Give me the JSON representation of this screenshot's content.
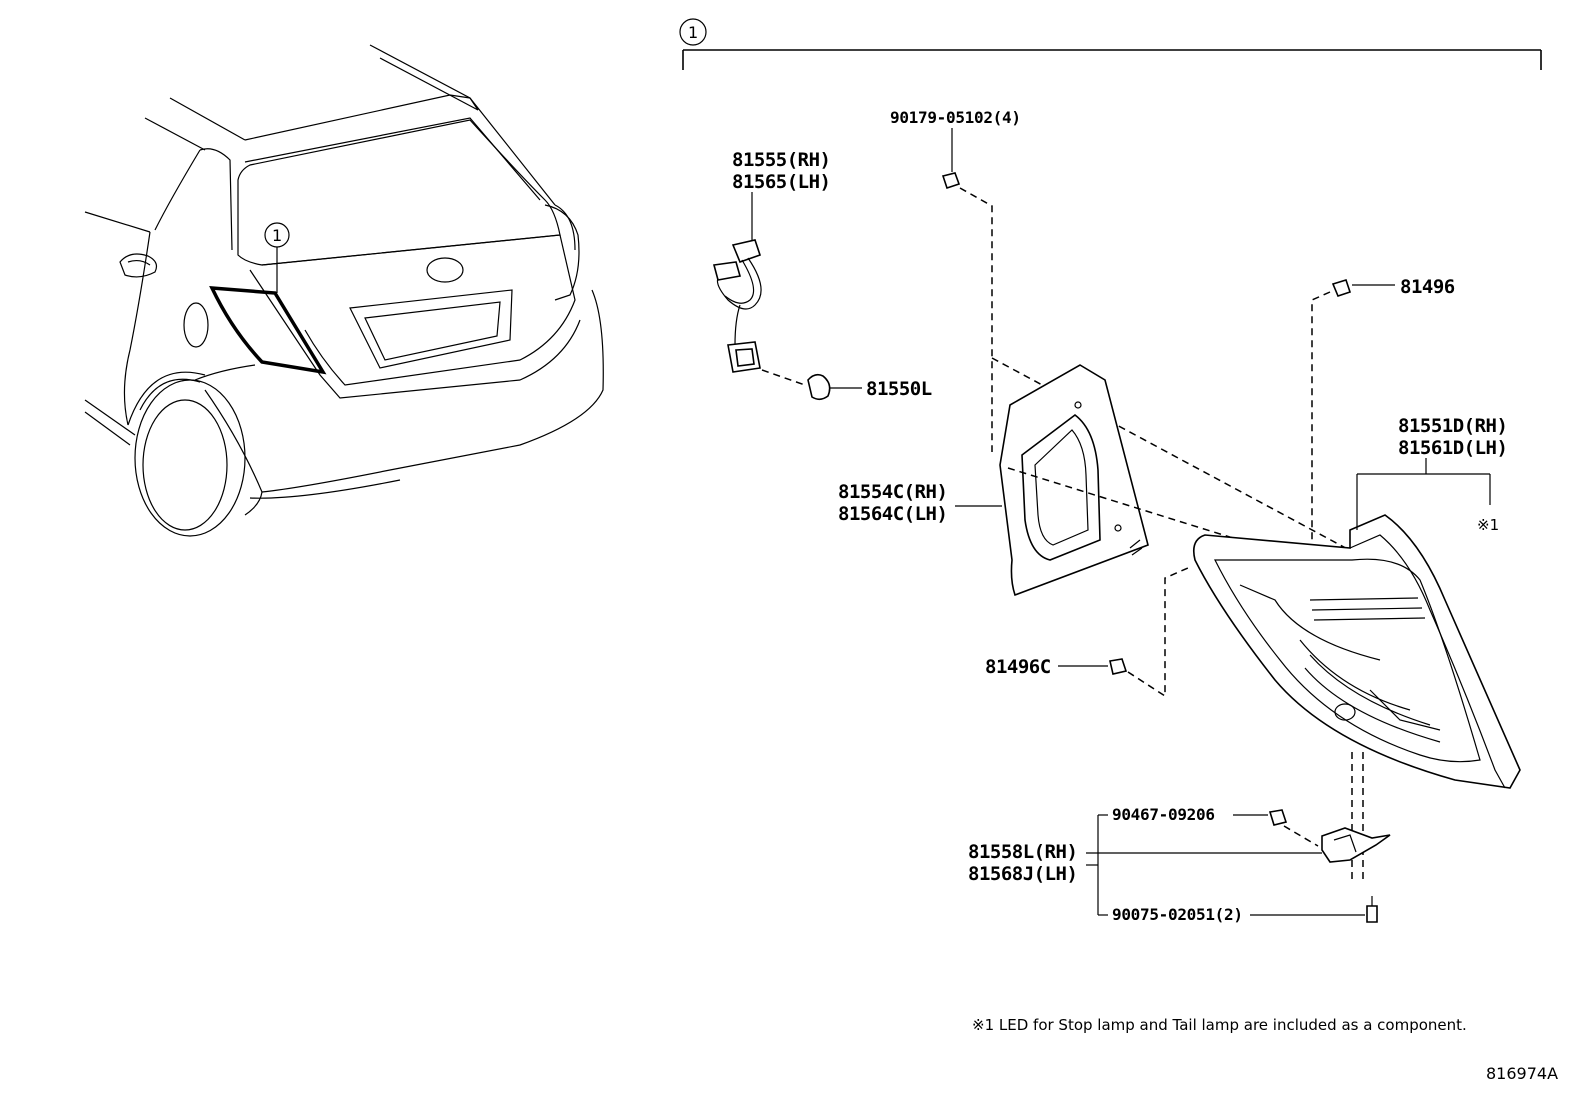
{
  "callout": {
    "symbol": "1"
  },
  "parts": {
    "p90179": "90179-05102(4)",
    "p81555": "81555(RH)",
    "p81565": "81565(LH)",
    "p81496": "81496",
    "p81550L": "81550L",
    "p81551D": "81551D(RH)",
    "p81561D": "81561D(LH)",
    "p81554C": "81554C(RH)",
    "p81564C": "81564C(LH)",
    "p81496C": "81496C",
    "p90467": "90467-09206",
    "p81558L": "81558L(RH)",
    "p81568J": "81568J(LH)",
    "p90075": "90075-02051(2)"
  },
  "marks": {
    "star1": "※1"
  },
  "footnote": "※1 LED for Stop lamp and Tail lamp are included as a component.",
  "diagram_code": "816974A"
}
